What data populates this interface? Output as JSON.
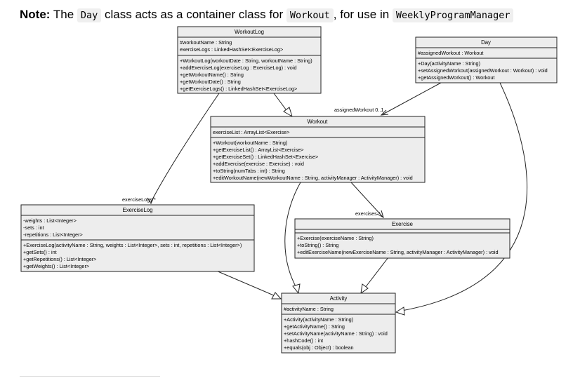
{
  "note": {
    "label": "Note:",
    "pre": " The ",
    "code1": "Day",
    "mid1": " class acts as a container class for ",
    "code2": "Workout",
    "mid2": ", for use in ",
    "code3": "WeeklyProgramManager"
  },
  "classes": {
    "workoutlog": {
      "name": "WorkoutLog",
      "attrs": [
        "#workoutName : String",
        "exerciseLogs : LinkedHashSet<ExerciseLog>"
      ],
      "ops": [
        "+WorkoutLog(workoutDate : String, workoutName : String)",
        "+addExerciseLog(exerciseLog : ExerciseLog) : void",
        "+getWorkoutName() : String",
        "+getWorkoutDate() : String",
        "+getExerciseLogs() : LinkedHashSet<ExerciseLog>"
      ]
    },
    "day": {
      "name": "Day",
      "attrs": [
        "#assignedWorkout : Workout"
      ],
      "ops": [
        "+Day(activityName : String)",
        "+setAssignedWorkout(assignedWorkout : Workout) : void",
        "+getAssignedWorkout() : Workout"
      ]
    },
    "workout": {
      "name": "Workout",
      "attrs": [
        "exerciseList : ArrayList<Exercise>"
      ],
      "ops": [
        "+Workout(workoutName : String)",
        "+getExerciseList() : ArrayList<Exercise>",
        "+getExerciseSet() : LinkedHashSet<Exercise>",
        "+addExercise(exercise : Exercise) : void",
        "+toString(numTabs : int) : String",
        "+editWorkoutName(newWorkoutName : String, activityManager : ActivityManager) : void"
      ]
    },
    "exerciselog": {
      "name": "ExerciseLog",
      "attrs": [
        "-weights : List<Integer>",
        "-sets : int",
        "-repetitions : List<Integer>"
      ],
      "ops": [
        "+ExerciseLog(activityName : String, weights : List<Integer>, sets : int, repetitions : List<Integer>)",
        "+getSets() : int",
        "+getRepetitions() : List<Integer>",
        "+getWeights() : List<Integer>"
      ]
    },
    "exercise": {
      "name": "Exercise",
      "attrs": [],
      "ops": [
        "+Exercise(exerciseName : String)",
        "+toString() : String",
        "+editExerciseName(newExerciseName : String, activityManager : ActivityManager) : void"
      ]
    },
    "activity": {
      "name": "Activity",
      "attrs": [
        "#activityName : String"
      ],
      "ops": [
        "+Activity(activityName : String)",
        "+getActivityName() : String",
        "+setActivityName(activityName : String) : void",
        "+hashCode() : int",
        "+equals(obj : Object) : boolean"
      ]
    }
  },
  "labels": {
    "assigned": "assignedWorkout 0..1",
    "exerciseLogs": "exerciseLogs *",
    "exercises": "exercises *"
  }
}
